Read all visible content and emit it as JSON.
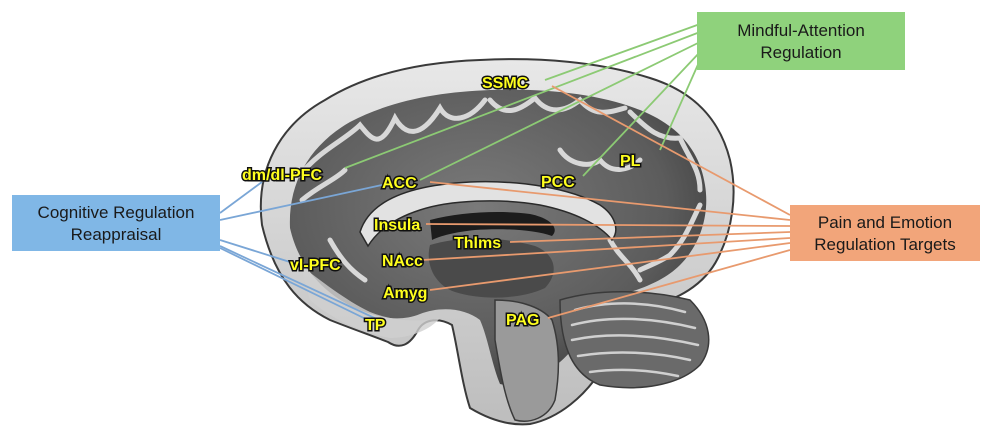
{
  "colors": {
    "mindful": "#8fd27c",
    "cognitive": "#80b7e6",
    "pain": "#f2a57a",
    "mindful_line": "#8cca74",
    "cognitive_line": "#7aa6d6",
    "pain_line": "#e89a6e",
    "label_text": "#ffff1e"
  },
  "boxes": {
    "mindful": {
      "line1": "Mindful-Attention",
      "line2": "Regulation"
    },
    "cognitive": {
      "line1": "Cognitive Regulation",
      "line2": "Reappraisal"
    },
    "pain": {
      "line1": "Pain and Emotion",
      "line2": "Regulation Targets"
    }
  },
  "regions": {
    "ssmc": "SSMC",
    "dmdlpfc": "dm/dl-PFC",
    "acc": "ACC",
    "pcc": "PCC",
    "pl": "PL",
    "insula": "Insula",
    "thlms": "Thlms",
    "vlpfc": "vl-PFC",
    "nacc": "NAcc",
    "amyg": "Amyg",
    "tp": "TP",
    "pag": "PAG"
  }
}
